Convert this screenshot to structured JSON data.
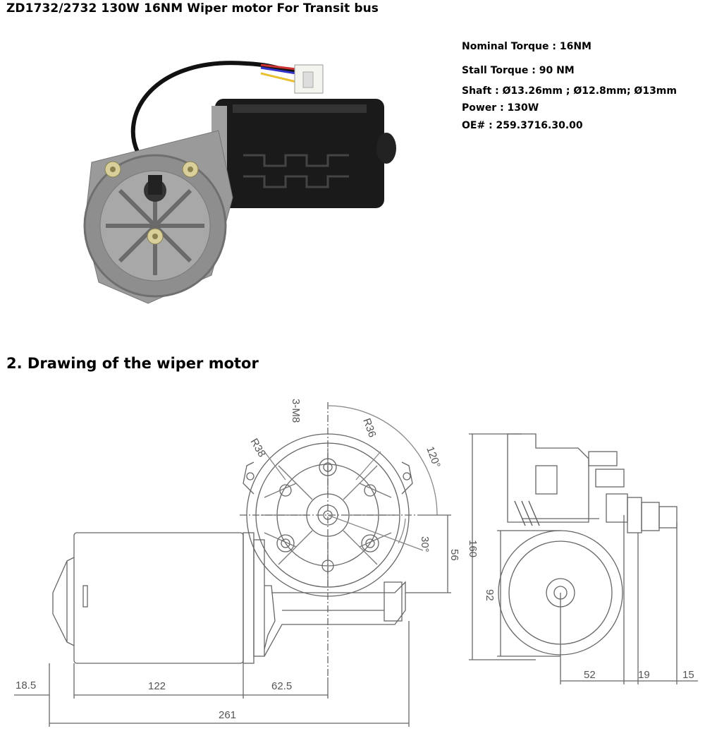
{
  "header": {
    "title": "ZD1732/2732  130W 16NM Wiper motor For Transit bus"
  },
  "specs": [
    {
      "label": "Nominal Torque : 16NM"
    },
    {
      "label": "Stall Torque : 90 NM"
    },
    {
      "label": "Shaft : Ø13.26mm ; Ø12.8mm; Ø13mm"
    },
    {
      "label": "Power : 130W"
    },
    {
      "label": "OE# : 259.3716.30.00"
    }
  ],
  "section": {
    "title": "2. Drawing of the wiper motor"
  },
  "drawing": {
    "dims": {
      "d18_5": "18.5",
      "d122": "122",
      "d62_5": "62.5",
      "d261": "261",
      "d3m8": "3-M8",
      "r38": "R38",
      "r36": "R36",
      "a120": "120°",
      "a30": "30°",
      "d56": "56",
      "d160": "160",
      "d92": "92",
      "d52": "52",
      "d19": "19",
      "d15": "15"
    }
  }
}
